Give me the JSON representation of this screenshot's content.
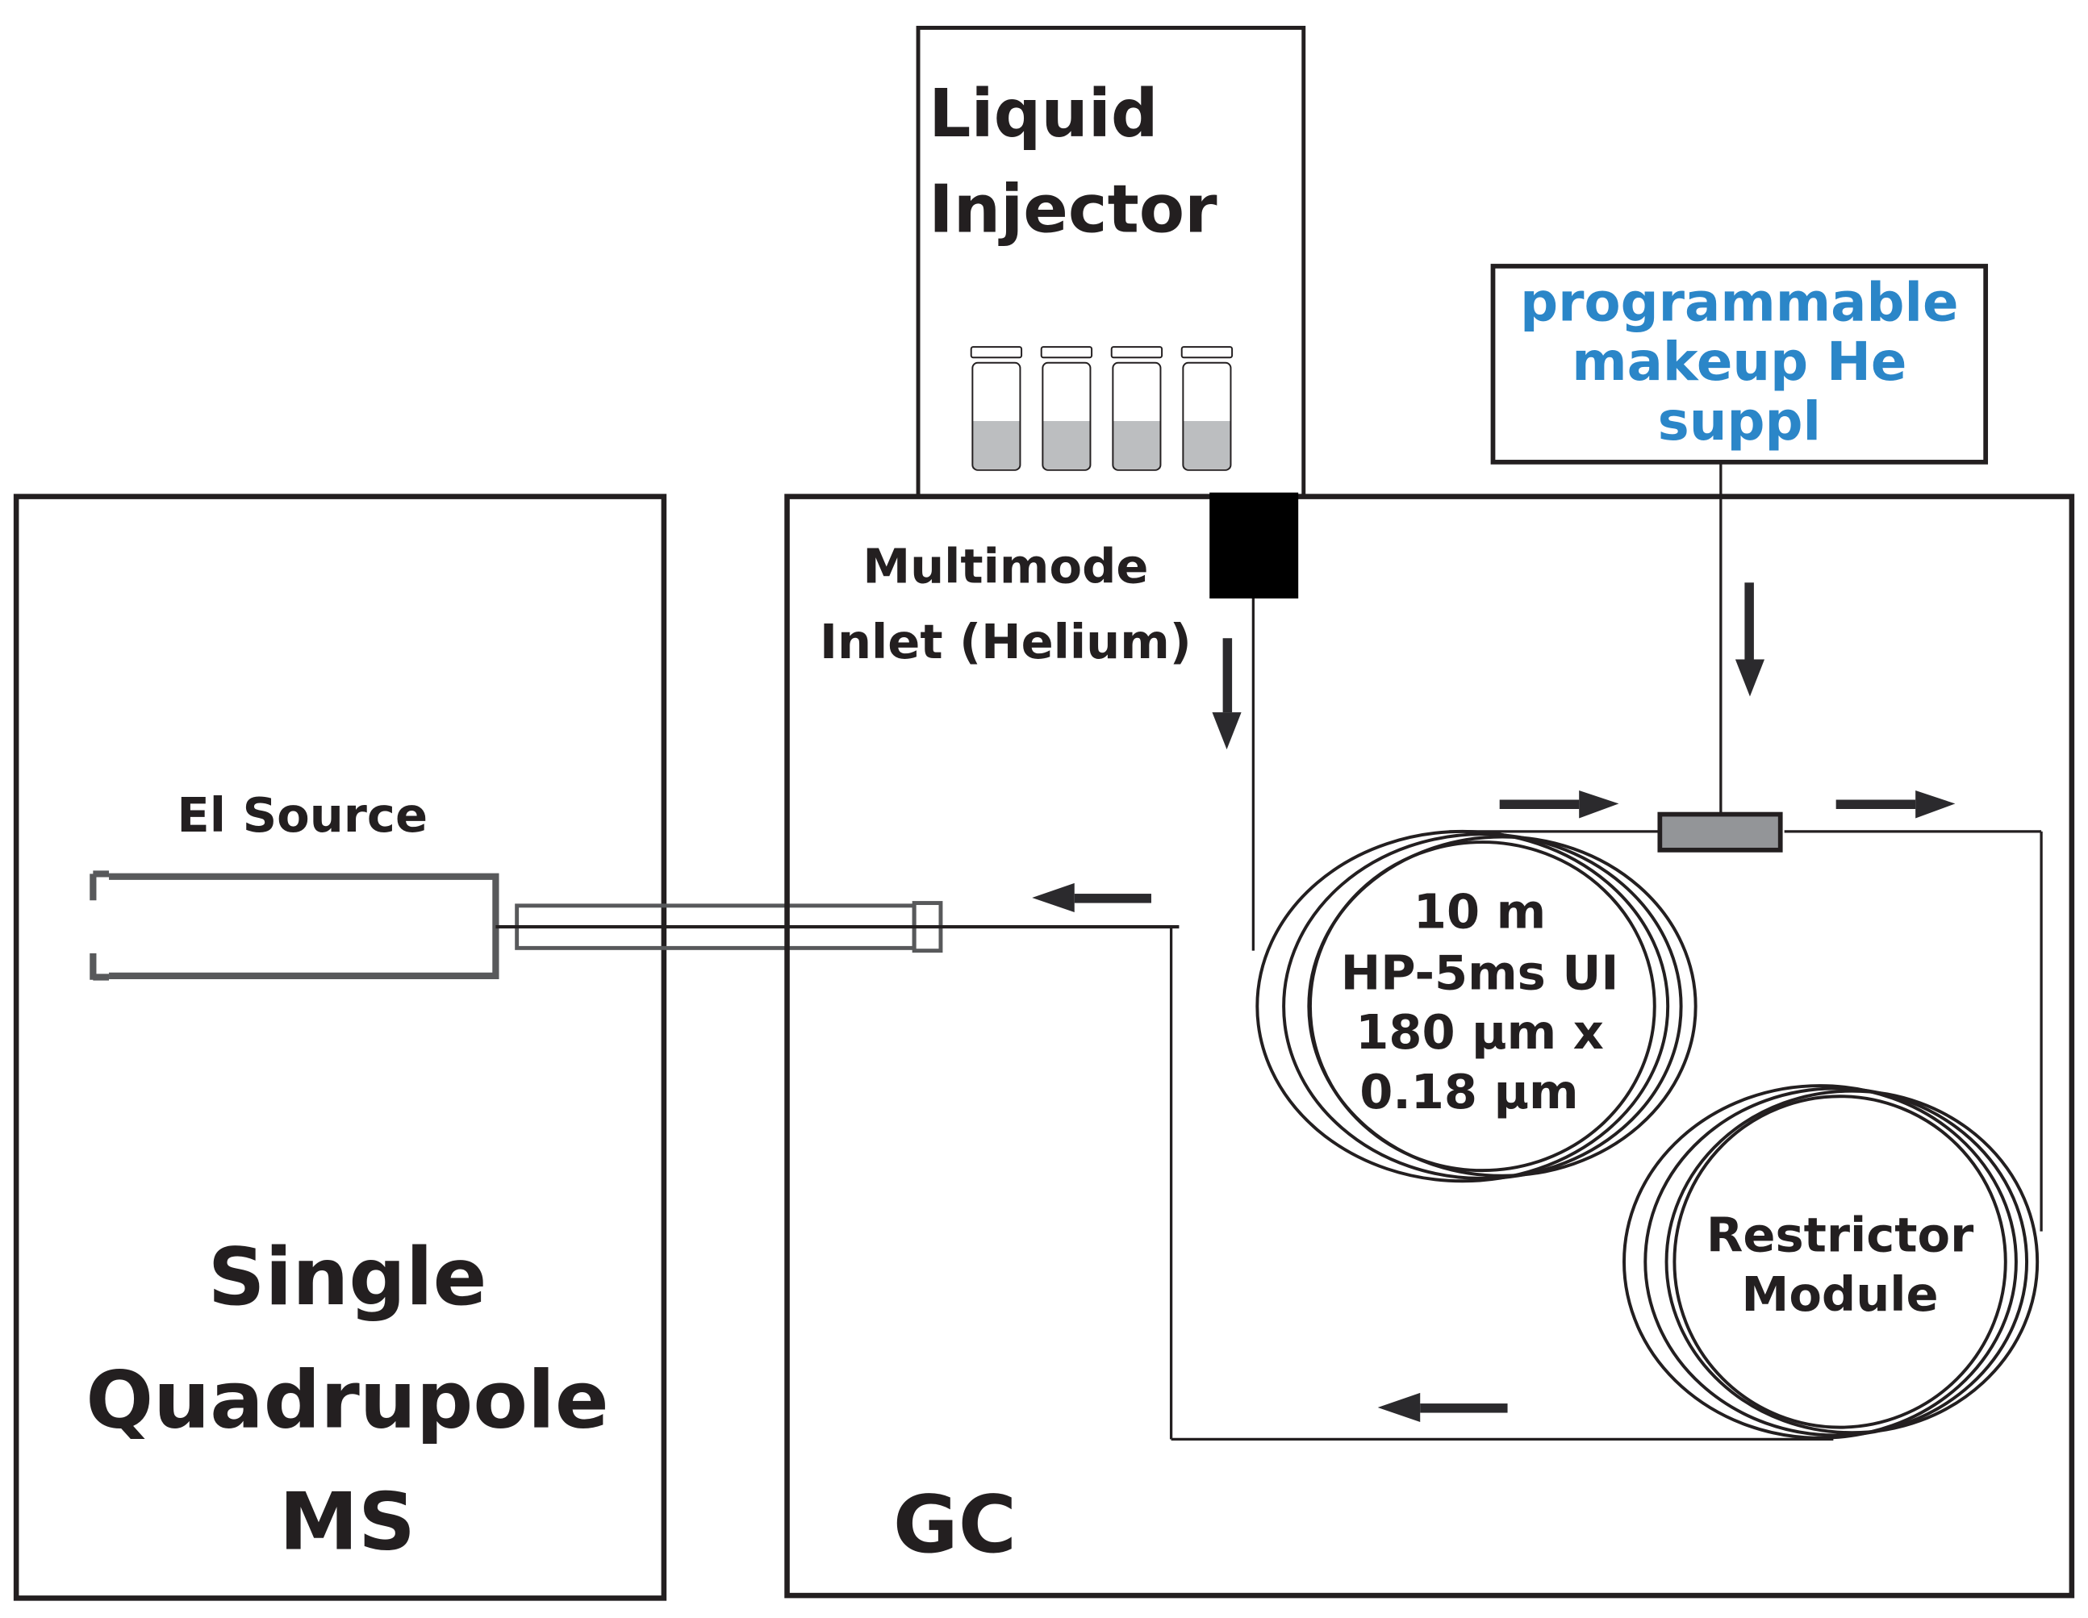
{
  "colors": {
    "line": "#231f20",
    "accent_text": "#2b86c8",
    "vial_liquid": "#bcbec0",
    "junction_fill": "#939598",
    "source_gray": "#58595b"
  },
  "ms": {
    "title_lines": [
      "Single",
      "Quadrupole",
      "MS"
    ],
    "source_label": "El Source"
  },
  "injector": {
    "title_lines": [
      "Liquid",
      "Injector"
    ],
    "vial_count": 4
  },
  "gc": {
    "title": "GC",
    "inlet_lines": [
      "Multimode",
      "Inlet (Helium)"
    ],
    "column_lines": [
      "10 m",
      "HP-5ms UI",
      "180 µm x",
      "0.18 µm"
    ],
    "restrictor_lines": [
      "Restrictor",
      "Module"
    ]
  },
  "makeup": {
    "lines": [
      "programmable",
      "makeup He",
      "suppl"
    ]
  }
}
